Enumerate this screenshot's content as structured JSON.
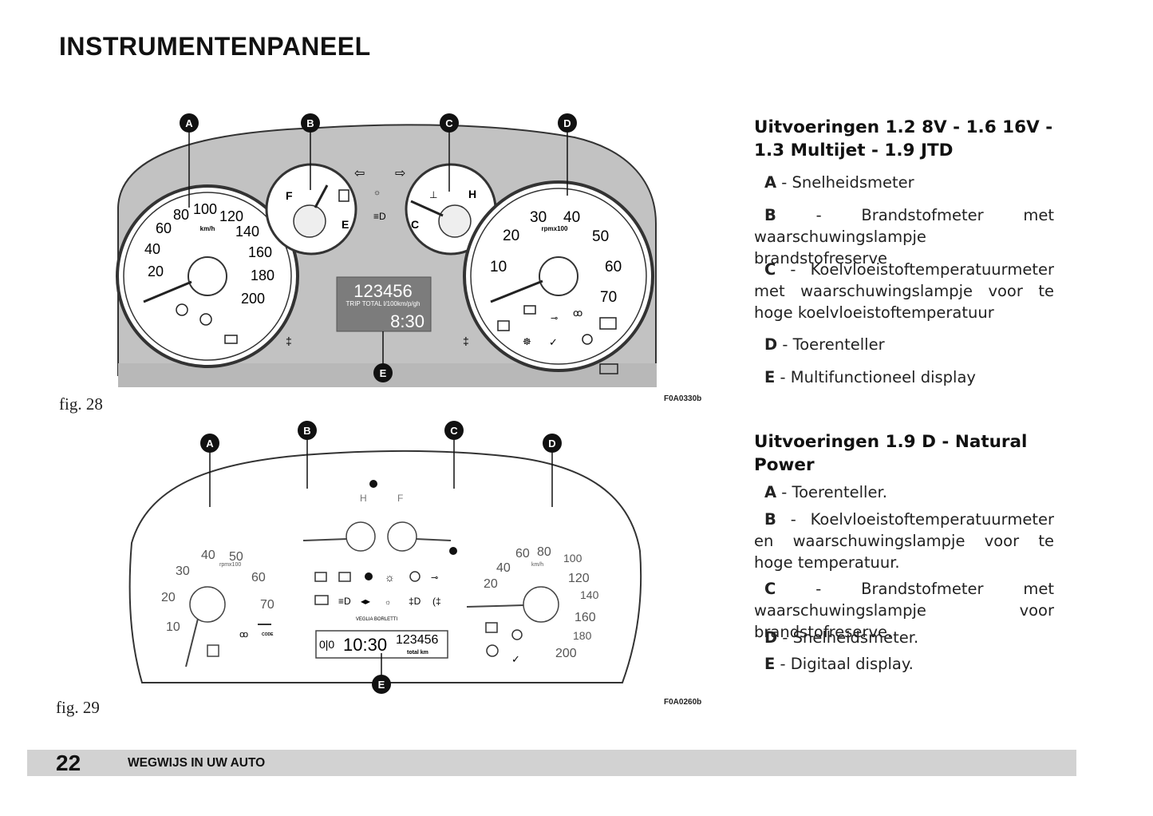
{
  "page": {
    "title": "INSTRUMENTENPANEEL",
    "page_number": "22",
    "section": "WEGWIJS IN UW AUTO"
  },
  "figures": [
    {
      "label": "fig. 28",
      "code": "F0A0330b",
      "callouts": [
        "A",
        "B",
        "C",
        "D",
        "E"
      ],
      "speedometer_ticks": [
        "20",
        "40",
        "60",
        "80",
        "100",
        "120",
        "140",
        "160",
        "180",
        "200"
      ],
      "speed_unit": "km/h",
      "tacho_ticks": [
        "10",
        "20",
        "30",
        "40",
        "50",
        "60",
        "70"
      ],
      "tacho_unit": "rpmx100",
      "fuel_marks": [
        "F",
        "E"
      ],
      "temp_marks": [
        "C",
        "H"
      ],
      "display": {
        "odometer": "123456",
        "trip_label": "TRIP TOTAL  l/100km/p/gh",
        "clock": "8:30"
      }
    },
    {
      "label": "fig. 29",
      "code": "F0A0260b",
      "callouts": [
        "A",
        "B",
        "C",
        "D",
        "E"
      ],
      "tacho_ticks": [
        "10",
        "20",
        "30",
        "40",
        "50",
        "60",
        "70"
      ],
      "tacho_unit": "rpmx100",
      "temp_mark": "H",
      "fuel_mark": "F",
      "speed_ticks": [
        "20",
        "40",
        "60",
        "80",
        "100",
        "120",
        "140",
        "160",
        "180",
        "200"
      ],
      "speed_unit": "km/h",
      "brand": "VEGLIA BORLETTI",
      "code_label": "CODE",
      "display": {
        "left": "0|0",
        "clock": "10:30",
        "odometer": "123456",
        "units": "total  km"
      }
    }
  ],
  "sections": [
    {
      "title": "Uitvoeringen 1.2 8V - 1.6 16V - 1.3 Multijet - 1.9 JTD",
      "items": [
        {
          "letter": "A",
          "text": "Snelheidsmeter"
        },
        {
          "letter": "B",
          "text": "Brandstofmeter met waarschuwingslampje brandstofreserve"
        },
        {
          "letter": "C",
          "text": "Koelvloeistoftemperatuurmeter met waarschuwingslampje voor te hoge koelvloeistoftemperatuur"
        },
        {
          "letter": "D",
          "text": "Toerenteller"
        },
        {
          "letter": "E",
          "text": "Multifunctioneel display"
        }
      ]
    },
    {
      "title": "Uitvoeringen 1.9 D - Natural Power",
      "items": [
        {
          "letter": "A",
          "text": "Toerenteller."
        },
        {
          "letter": "B",
          "text": "Koelvloeistoftemperatuurmeter en waarschuwingslampje voor te hoge temperatuur."
        },
        {
          "letter": "C",
          "text": "Brandstofmeter met waarschuwingslampje voor brandstofreserve."
        },
        {
          "letter": "D",
          "text": "Snelheidsmeter."
        },
        {
          "letter": "E",
          "text": "Digitaal display."
        }
      ]
    }
  ],
  "icons": [
    "abs-warning-icon",
    "brake-warning-icon",
    "door-open-icon",
    "fog-light-icon",
    "rear-fog-icon",
    "battery-icon",
    "oil-pressure-icon",
    "glow-plug-icon",
    "engine-check-icon",
    "airbag-icon",
    "seatbelt-icon",
    "rear-defrost-icon",
    "key-icon",
    "low-beam-icon",
    "turn-signal-icon",
    "fuel-pump-icon",
    "coolant-temp-icon"
  ]
}
